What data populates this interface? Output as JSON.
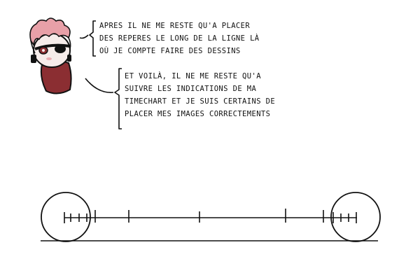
{
  "speech": {
    "bubble_1": {
      "lines": [
        "APRES IL NE ME RESTE QU'A PLACER",
        "DES REPERES LE LONG DE LA LIGNE LÀ",
        "OÙ JE COMPTE FAIRE DES DESSINS"
      ]
    },
    "bubble_2": {
      "lines": [
        "ET VOILÀ, IL NE ME RESTE QU'A",
        "SUIVRE LES INDICATIONS DE MA",
        "TIMECHART ET JE SUIS CERTAINS DE",
        "PLACER MES IMAGES CORRECTEMENTS"
      ]
    }
  },
  "character": {
    "hair_color": "#e8a0a8",
    "cloak_color": "#8b2e32",
    "skin_color": "#f6ecea"
  }
}
